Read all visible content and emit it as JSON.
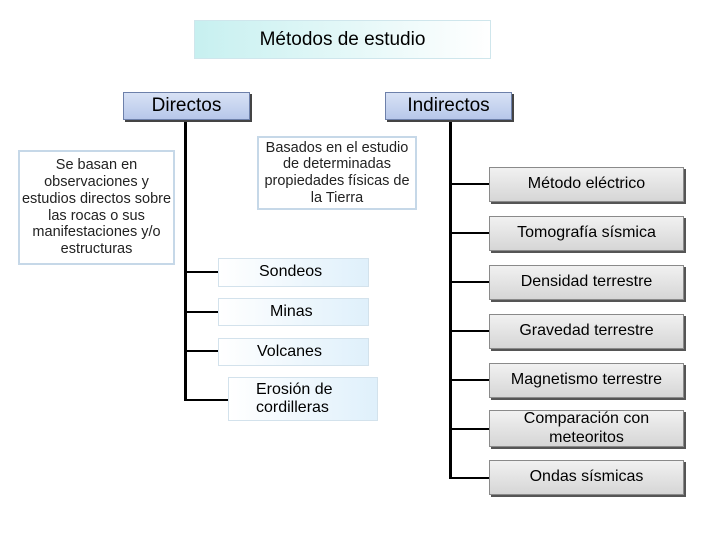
{
  "title": "Métodos de estudio",
  "directos": {
    "label": "Directos",
    "description": "Se basan en observaciones y estudios directos sobre las rocas o sus manifestaciones y/o estructuras",
    "items": [
      "Sondeos",
      "Minas",
      "Volcanes",
      "Erosión de cordilleras"
    ]
  },
  "indirectos": {
    "label": "Indirectos",
    "description": "Basados en el estudio de determinadas propiedades físicas de la Tierra",
    "methods": [
      "Método eléctrico",
      "Tomografía sísmica",
      "Densidad terrestre",
      "Gravedad terrestre",
      "Magnetismo terrestre",
      "Comparación con meteoritos",
      "Ondas sísmicas"
    ]
  },
  "colors": {
    "category_fill": "#b7c7ea",
    "title_fill": "#c7f0f0",
    "method_fill": "#d6d6d6"
  }
}
